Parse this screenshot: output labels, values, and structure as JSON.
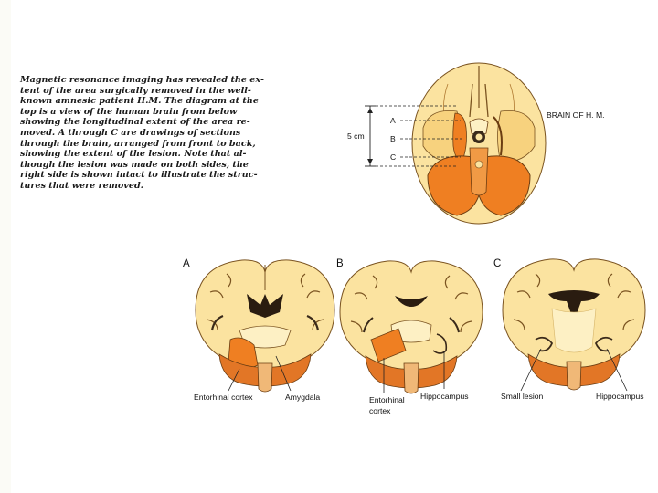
{
  "caption": {
    "lines": [
      "Magnetic resonance imaging has revealed the ex-",
      "tent of the area surgically removed in the well-",
      "known amnesic patient H.M. The diagram at the",
      "top is a view of the human brain from below",
      "showing the longitudinal extent of the area re-",
      "moved. A through C are drawings of sections",
      "through the brain, arranged from front to back,",
      "showing the extent  of the lesion. Note that al-",
      "though the lesion was made on both sides, the",
      "right side is shown intact to illustrate the struc-",
      "tures that were removed."
    ]
  },
  "top_diagram": {
    "title": "BRAIN OF H. M.",
    "scale_label": "5 cm",
    "section_markers": [
      "A",
      "B",
      "C"
    ]
  },
  "sections": {
    "panel_labels": [
      "A",
      "B",
      "C"
    ],
    "A": {
      "labels": [
        "Entorhinal cortex",
        "Amygdala"
      ]
    },
    "B": {
      "labels": [
        "Entorhinal",
        "cortex",
        "Hippocampus"
      ]
    },
    "C": {
      "labels": [
        "Small lesion",
        "Hippocampus"
      ]
    }
  },
  "colors": {
    "brain_fill": "#fbe3a0",
    "brain_pale": "#fdf0c4",
    "lesion_orange": "#ef7f22",
    "brainstem_brown": "#c9631c",
    "outline": "#6b3d12"
  }
}
